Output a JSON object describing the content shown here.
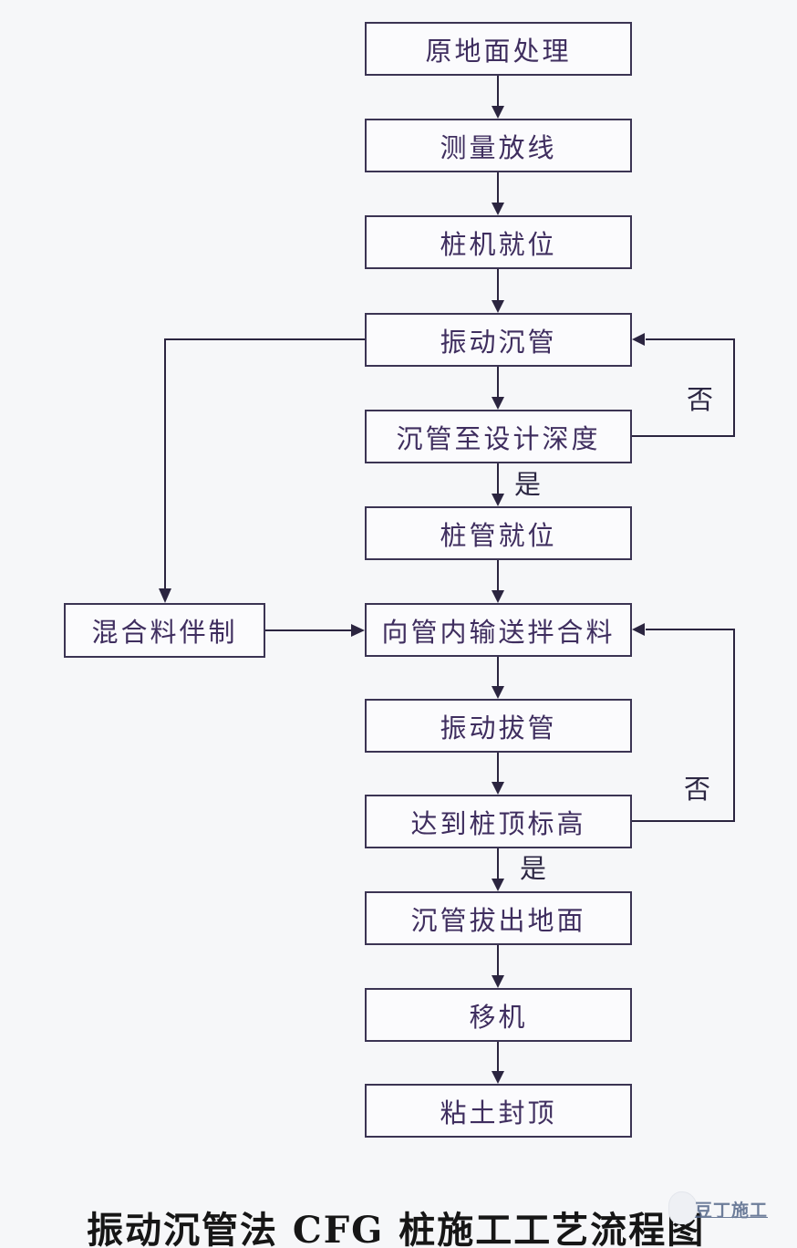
{
  "diagram": {
    "title": "振动沉管法 CFG 桩施工工艺流程图",
    "watermark": "豆丁施工",
    "nodes": {
      "ground_treatment": "原地面处理",
      "survey_layout": "测量放线",
      "pile_rig_in_position": "桩机就位",
      "vibrating_pipe_sinking": "振动沉管",
      "pipe_sunk_to_design_depth": "沉管至设计深度",
      "pile_pipe_in_position": "桩管就位",
      "feed_mixture_into_pipe": "向管内输送拌合料",
      "vibrating_pipe_extraction": "振动拔管",
      "reach_pile_top_elevation": "达到桩顶标高",
      "pipe_pulled_out_of_ground": "沉管拔出地面",
      "move_rig": "移机",
      "clay_capping": "粘土封顶",
      "mixture_preparation": "混合料伴制"
    },
    "branch_labels": {
      "yes_design_depth": "是",
      "no_design_depth": "否",
      "yes_pile_top": "是",
      "no_pile_top": "否"
    },
    "edges": [
      {
        "from": "ground_treatment",
        "to": "survey_layout",
        "label": ""
      },
      {
        "from": "survey_layout",
        "to": "pile_rig_in_position",
        "label": ""
      },
      {
        "from": "pile_rig_in_position",
        "to": "vibrating_pipe_sinking",
        "label": ""
      },
      {
        "from": "vibrating_pipe_sinking",
        "to": "pipe_sunk_to_design_depth",
        "label": ""
      },
      {
        "from": "pipe_sunk_to_design_depth",
        "to": "pile_pipe_in_position",
        "label": "是"
      },
      {
        "from": "pipe_sunk_to_design_depth",
        "to": "vibrating_pipe_sinking",
        "label": "否"
      },
      {
        "from": "pile_pipe_in_position",
        "to": "feed_mixture_into_pipe",
        "label": ""
      },
      {
        "from": "vibrating_pipe_sinking",
        "to": "mixture_preparation",
        "label": ""
      },
      {
        "from": "mixture_preparation",
        "to": "feed_mixture_into_pipe",
        "label": ""
      },
      {
        "from": "feed_mixture_into_pipe",
        "to": "vibrating_pipe_extraction",
        "label": ""
      },
      {
        "from": "vibrating_pipe_extraction",
        "to": "reach_pile_top_elevation",
        "label": ""
      },
      {
        "from": "reach_pile_top_elevation",
        "to": "pipe_pulled_out_of_ground",
        "label": "是"
      },
      {
        "from": "reach_pile_top_elevation",
        "to": "feed_mixture_into_pipe",
        "label": "否"
      },
      {
        "from": "pipe_pulled_out_of_ground",
        "to": "move_rig",
        "label": ""
      },
      {
        "from": "move_rig",
        "to": "clay_capping",
        "label": ""
      }
    ],
    "colors": {
      "background": "#f6f7f9",
      "node_fill": "#fbfbfd",
      "node_border": "#3b3453",
      "node_text": "#3f2e5f",
      "connector": "#2b2540",
      "title_text": "#161616",
      "watermark_text": "#56688a"
    }
  }
}
